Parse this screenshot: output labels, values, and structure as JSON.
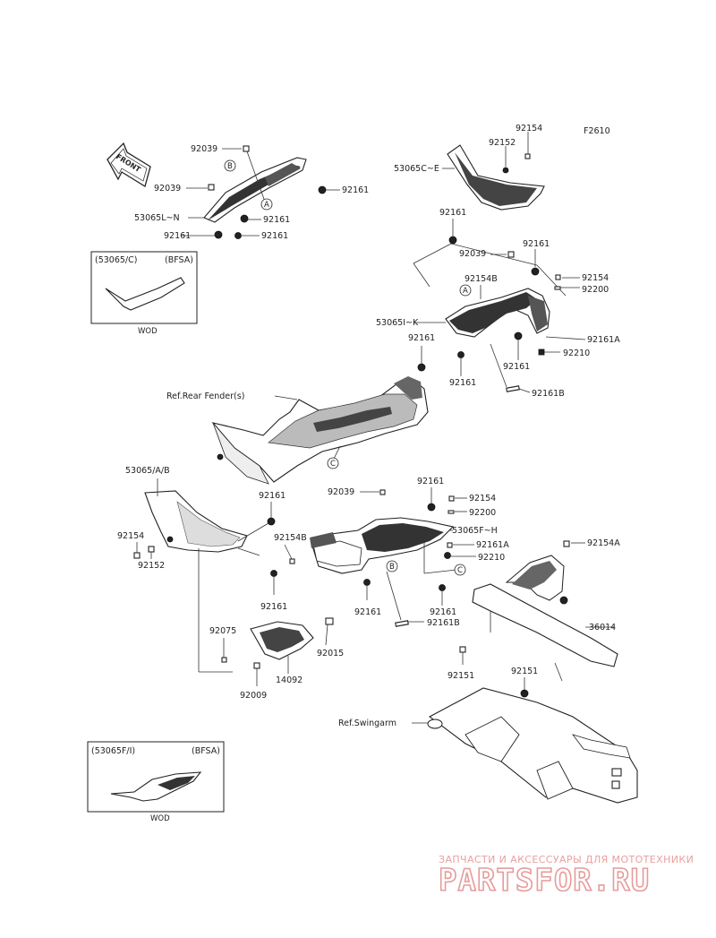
{
  "diagram": {
    "code": "F2610",
    "front_label": "FRONT",
    "callouts": {
      "c92154_top": "92154",
      "c92152_top": "92152",
      "c53065CE": "53065C~E",
      "c92039_a": "92039",
      "c92039_b": "92039",
      "c92161_a": "92161",
      "c53065LN": "53065L~N",
      "c92161_b": "92161",
      "c92161_c": "92161",
      "c92161_d": "92161",
      "c92161_e": "92161",
      "c92039_c": "92039",
      "c92161_f": "92161",
      "c92154B_a": "92154B",
      "c92154_r": "92154",
      "c92200_r": "92200",
      "c53065IK": "53065I~K",
      "c92161A_r": "92161A",
      "c92161_g": "92161",
      "c92210_r": "92210",
      "c92161_h": "92161",
      "c92161_i": "92161",
      "c92161B_r": "92161B",
      "ref_rear_fender": "Ref.Rear Fender(s)",
      "c53065AB": "53065/A/B",
      "c92161_j": "92161",
      "c92039_d": "92039",
      "c92161_k": "92161",
      "c92154_m": "92154",
      "c92200_m": "92200",
      "c92154_l": "92154",
      "c92154B_b": "92154B",
      "c53065FH": "53065F~H",
      "c92161A_m": "92161A",
      "c92152_l": "92152",
      "c92210_m": "92210",
      "c92154A": "92154A",
      "c92161_l": "92161",
      "c92161_m": "92161",
      "c92161_n": "92161",
      "c92161B_m": "92161B",
      "c36014": "36014",
      "c92075": "92075",
      "c92015": "92015",
      "c14092": "14092",
      "c92009": "92009",
      "c92151_a": "92151",
      "c92151_b": "92151",
      "ref_swingarm": "Ref.Swingarm"
    },
    "refs": {
      "A1": "A",
      "B1": "B",
      "A2": "A",
      "C1": "C",
      "B2": "B",
      "C2": "C"
    },
    "inset1": {
      "code": "(53065/C)",
      "variant": "(BFSA)",
      "finish": "WOD"
    },
    "inset2": {
      "code": "(53065F/I)",
      "variant": "(BFSA)",
      "finish": "WOD"
    }
  },
  "watermark": {
    "line1": "ЗАПЧАСТИ И АКСЕССУАРЫ ДЛЯ МОТОТЕХНИКИ",
    "line2": "PARTSFOR.RU"
  }
}
